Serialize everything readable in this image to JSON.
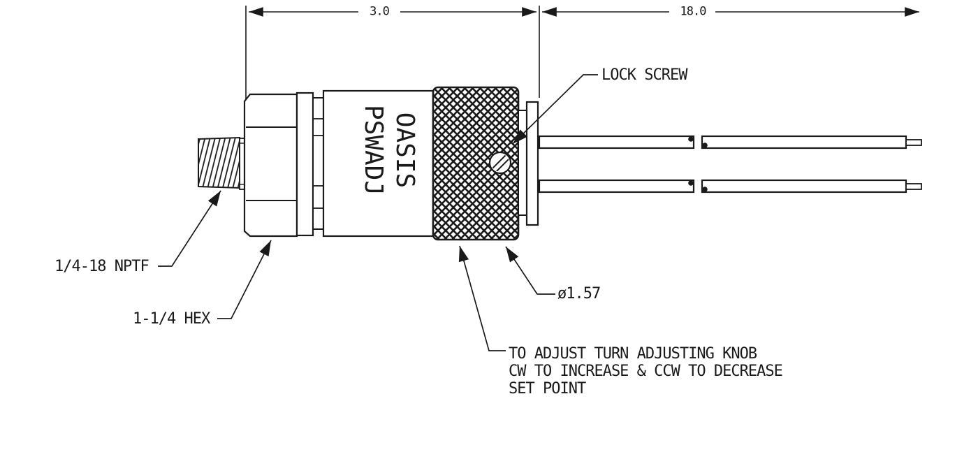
{
  "drawing": {
    "title_semantic": "pressure-switch-outline-drawing",
    "dimensions": {
      "body_length": "3.0",
      "lead_length": "18.0"
    },
    "labels": {
      "lock_screw": "LOCK SCREW",
      "thread": "1/4-18 NPTF",
      "hex": "1-1/4 HEX",
      "knob_diameter": "ø1.57",
      "note_line1": "TO ADJUST TURN ADJUSTING KNOB",
      "note_line2": "CW TO INCREASE & CCW TO DECREASE",
      "note_line3": "SET POINT"
    },
    "body_text": {
      "line1": "OASIS",
      "line2": "PSWADJ"
    },
    "colors": {
      "line": "#1a1a1a",
      "background": "#ffffff"
    }
  }
}
